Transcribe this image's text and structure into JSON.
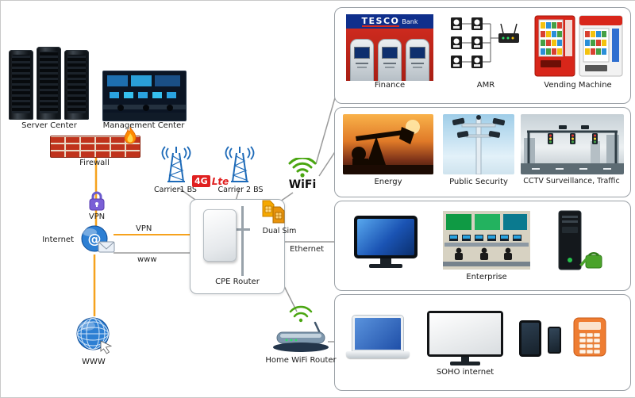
{
  "nodes": {
    "server_center": {
      "label": "Server Center"
    },
    "management_center": {
      "label": "Management Center"
    },
    "firewall": {
      "label": "Firewall"
    },
    "vpn": {
      "label": "VPN"
    },
    "internet": {
      "label": "Internet"
    },
    "www": {
      "label": "WWW"
    },
    "carrier1_bs": {
      "label": "Carrier1 BS"
    },
    "carrier2_bs": {
      "label": "Carrier 2 BS"
    },
    "lte": {
      "four_g": "4G",
      "lte": "Lte"
    },
    "wifi": {
      "label": "WiFi"
    },
    "dual_sim": {
      "label": "Dual Sim"
    },
    "cpe_router": {
      "label": "CPE Router"
    },
    "home_wifi_router": {
      "label": "Home WiFi Router"
    }
  },
  "links": {
    "vpn": {
      "label": "VPN"
    },
    "www": {
      "label": "www"
    },
    "ethernet": {
      "label": "Ethernet"
    }
  },
  "panels": [
    {
      "items": [
        {
          "label": "Finance"
        },
        {
          "label": "AMR"
        },
        {
          "label": "Vending Machine"
        }
      ]
    },
    {
      "items": [
        {
          "label": "Energy"
        },
        {
          "label": "Public Security"
        },
        {
          "label": "CCTV Surveillance, Traffic"
        }
      ]
    },
    {
      "items": [
        {
          "label": "Enterprise"
        }
      ]
    },
    {
      "items": [
        {
          "label": "SOHO internet"
        }
      ]
    }
  ],
  "artwork": {
    "tesco_brand": "TESCO",
    "tesco_bank": "Bank"
  },
  "colors": {
    "accent_orange": "#f6a21d",
    "wire_gray": "#999999",
    "panel_border": "#9aa0a6",
    "lte_red": "#e02020",
    "wifi_green": "#4aa612"
  }
}
